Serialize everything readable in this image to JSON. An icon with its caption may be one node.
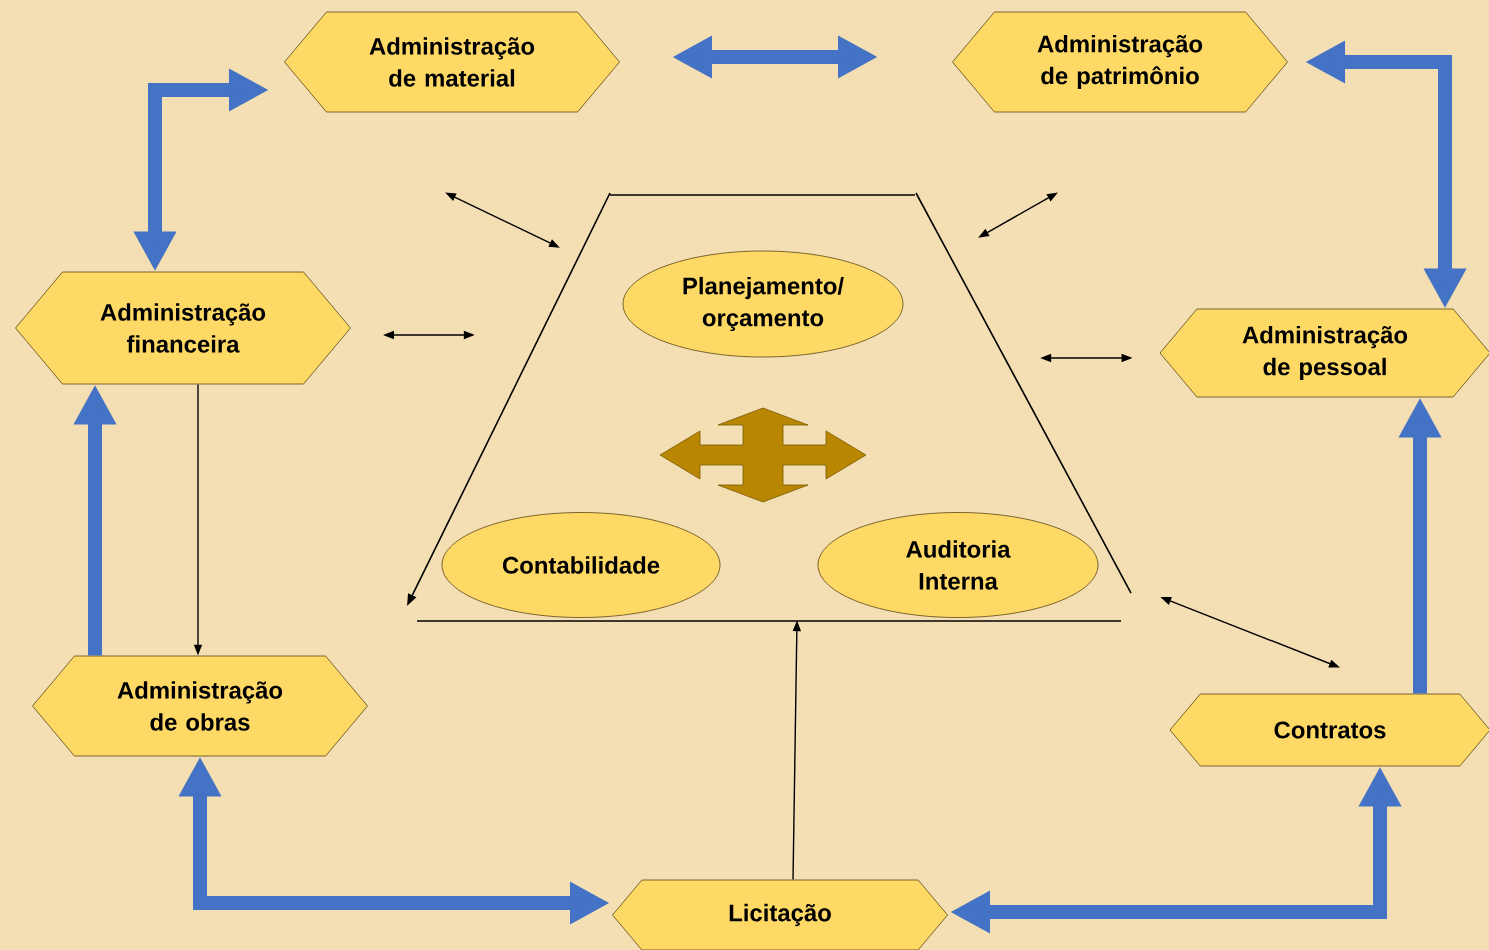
{
  "diagram": {
    "nodes": [
      {
        "text": [
          "Administração de material"
        ]
      },
      {
        "text": [
          "Administração de patrimônio"
        ]
      },
      {
        "text": [],
        "shape": "trapezoid"
      },
      {
        "text": [
          "Planejamento/ orçamento"
        ],
        "in": 2
      },
      {
        "text": [
          "Administração financeira"
        ]
      },
      {
        "text": [
          "Administração de pessoal"
        ]
      },
      {
        "text": [
          "Contabilidade"
        ],
        "in": 2
      },
      {
        "text": [
          "Auditoria Interna"
        ],
        "in": 2
      },
      {
        "text": [
          "Administração de obras"
        ]
      },
      {
        "text": [
          "Contratos"
        ]
      },
      {
        "text": [
          "Licitação"
        ]
      }
    ],
    "edges": [
      {
        "from": 0,
        "to": 1,
        "arrow": "both",
        "style": "thick",
        "color": "#4472c4"
      },
      {
        "from": 1,
        "to": 5,
        "arrow": "both",
        "style": "thick",
        "color": "#4472c4"
      },
      {
        "from": 0,
        "to": 4,
        "arrow": "both",
        "style": "thick",
        "color": "#4472c4"
      },
      {
        "from": 8,
        "to": 4,
        "arrow": "to",
        "style": "thick",
        "color": "#4472c4"
      },
      {
        "from": 4,
        "to": 8,
        "arrow": "to",
        "color": "#000000"
      },
      {
        "from": 9,
        "to": 5,
        "arrow": "to",
        "style": "thick",
        "color": "#4472c4"
      },
      {
        "from": 8,
        "to": 10,
        "arrow": "both",
        "style": "thick",
        "color": "#4472c4"
      },
      {
        "from": 10,
        "to": 9,
        "arrow": "both",
        "style": "thick",
        "color": "#4472c4"
      },
      {
        "from": 10,
        "to": 2,
        "arrow": "to",
        "color": "#000000"
      },
      {
        "from": 0,
        "to": 2,
        "arrow": "both",
        "color": "#000000"
      },
      {
        "from": 1,
        "to": 2,
        "arrow": "both",
        "color": "#000000"
      },
      {
        "from": 4,
        "to": 2,
        "arrow": "both",
        "color": "#000000"
      },
      {
        "from": 5,
        "to": 2,
        "arrow": "both",
        "color": "#000000"
      },
      {
        "from": 9,
        "to": 2,
        "arrow": "both",
        "color": "#000000"
      }
    ]
  }
}
